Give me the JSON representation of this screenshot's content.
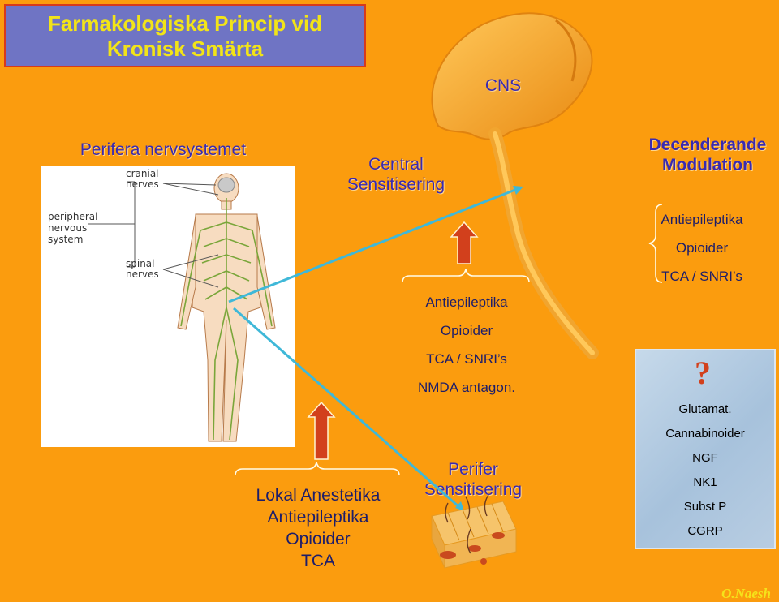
{
  "title": {
    "line1": "Farmakologiska Princip vid",
    "line2": "Kronisk Smärta"
  },
  "labels": {
    "cns": "CNS",
    "peripheral_system": "Perifera nervsystemet",
    "central_sensitization": [
      "Central",
      "Sensitisering"
    ],
    "descending_modulation": [
      "Decenderande",
      "Modulation"
    ],
    "peripheral_sensitization": [
      "Perifer",
      "Sensitisering"
    ]
  },
  "body_figure": {
    "cranial": [
      "cranial",
      "nerves"
    ],
    "peripheral": [
      "peripheral",
      "nervous",
      "system"
    ],
    "spinal": [
      "spinal",
      "nerves"
    ]
  },
  "drugs": {
    "descending": [
      "Antiepileptika",
      "Opioider",
      "TCA / SNRI’s"
    ],
    "central": [
      "Antiepileptika",
      "Opioider",
      "TCA / SNRI’s",
      "NMDA antagon."
    ],
    "peripheral": [
      "Lokal Anestetika",
      "Antiepileptika",
      "Opioider",
      "TCA"
    ]
  },
  "future_targets": {
    "question_mark": "?",
    "items": [
      "Glutamat.",
      "Cannabinoider",
      "NGF",
      "NK1",
      "Subst P",
      "CGRP"
    ]
  },
  "signature": "O.Naesh",
  "colors": {
    "background": "#fb9c0e",
    "title_bg": "#6f74c4",
    "title_text": "#f2e418",
    "heading": "#3a2ab0",
    "arrow": "#d2401c",
    "pointer": "#3fb8d8",
    "nerves": "#7aa63a"
  }
}
